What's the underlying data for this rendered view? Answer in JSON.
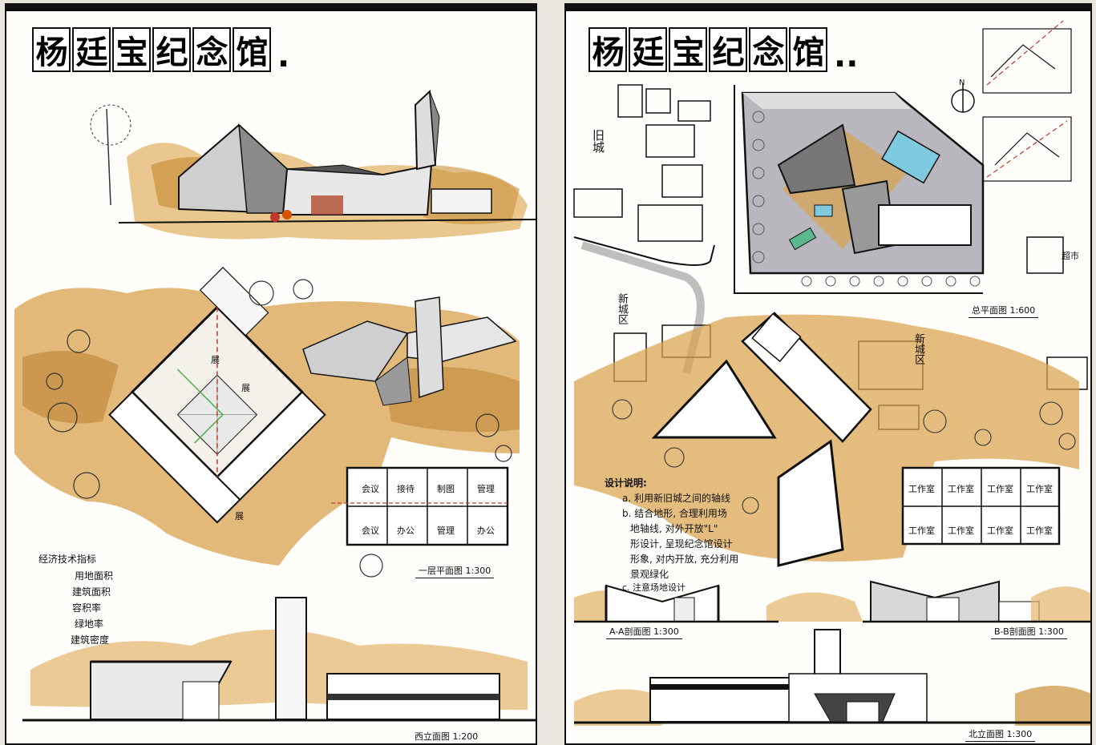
{
  "left_sheet": {
    "title_chars": [
      "杨",
      "廷",
      "宝",
      "纪",
      "念",
      "馆"
    ],
    "title_suffix": ".",
    "plan_label": "一层平面图 1:300",
    "elevation_label": "西立面图 1:200",
    "index_lines": [
      "经济技术指标",
      "用地面积",
      "建筑面积",
      "容积率",
      "绿地率",
      "建筑密度"
    ],
    "room_labels": [
      "会议",
      "接待",
      "制图",
      "管理",
      "会议",
      "办公",
      "管理",
      "办公",
      "展",
      "展",
      "展"
    ]
  },
  "right_sheet": {
    "title_chars": [
      "杨",
      "廷",
      "宝",
      "纪",
      "念",
      "馆"
    ],
    "title_suffix": "..",
    "site_plan_label": "总平面图 1:600",
    "section_a_label": "A-A剖面图 1:300",
    "section_b_label": "B-B剖面图 1:300",
    "elevation_label": "北立面图 1:300",
    "old_city_label": "旧城",
    "new_city_label_1": "新城区",
    "new_city_label_2": "新城区",
    "market_label": "超市",
    "north_label": "N",
    "design_notes_title": "设计说明:",
    "design_notes": [
      "a. 利用新旧城之间的轴线",
      "b. 结合地形, 合理利用场",
      "地轴线, 对外开放\"L\"",
      "形设计, 呈现纪念馆设计",
      "形象, 对内开放, 充分利用",
      "景观绿化",
      "c. 注意场地设计"
    ],
    "studio_labels": [
      "工作室",
      "工作室",
      "工作室",
      "工作室",
      "工作室",
      "工作室",
      "工作室",
      "工作室"
    ]
  },
  "colors": {
    "marker_ochre": "#c9913a",
    "marker_light": "#e2b46a",
    "ink": "#111111",
    "grey_marker": "#9a9a9a",
    "water_blue": "#7fc9df"
  }
}
